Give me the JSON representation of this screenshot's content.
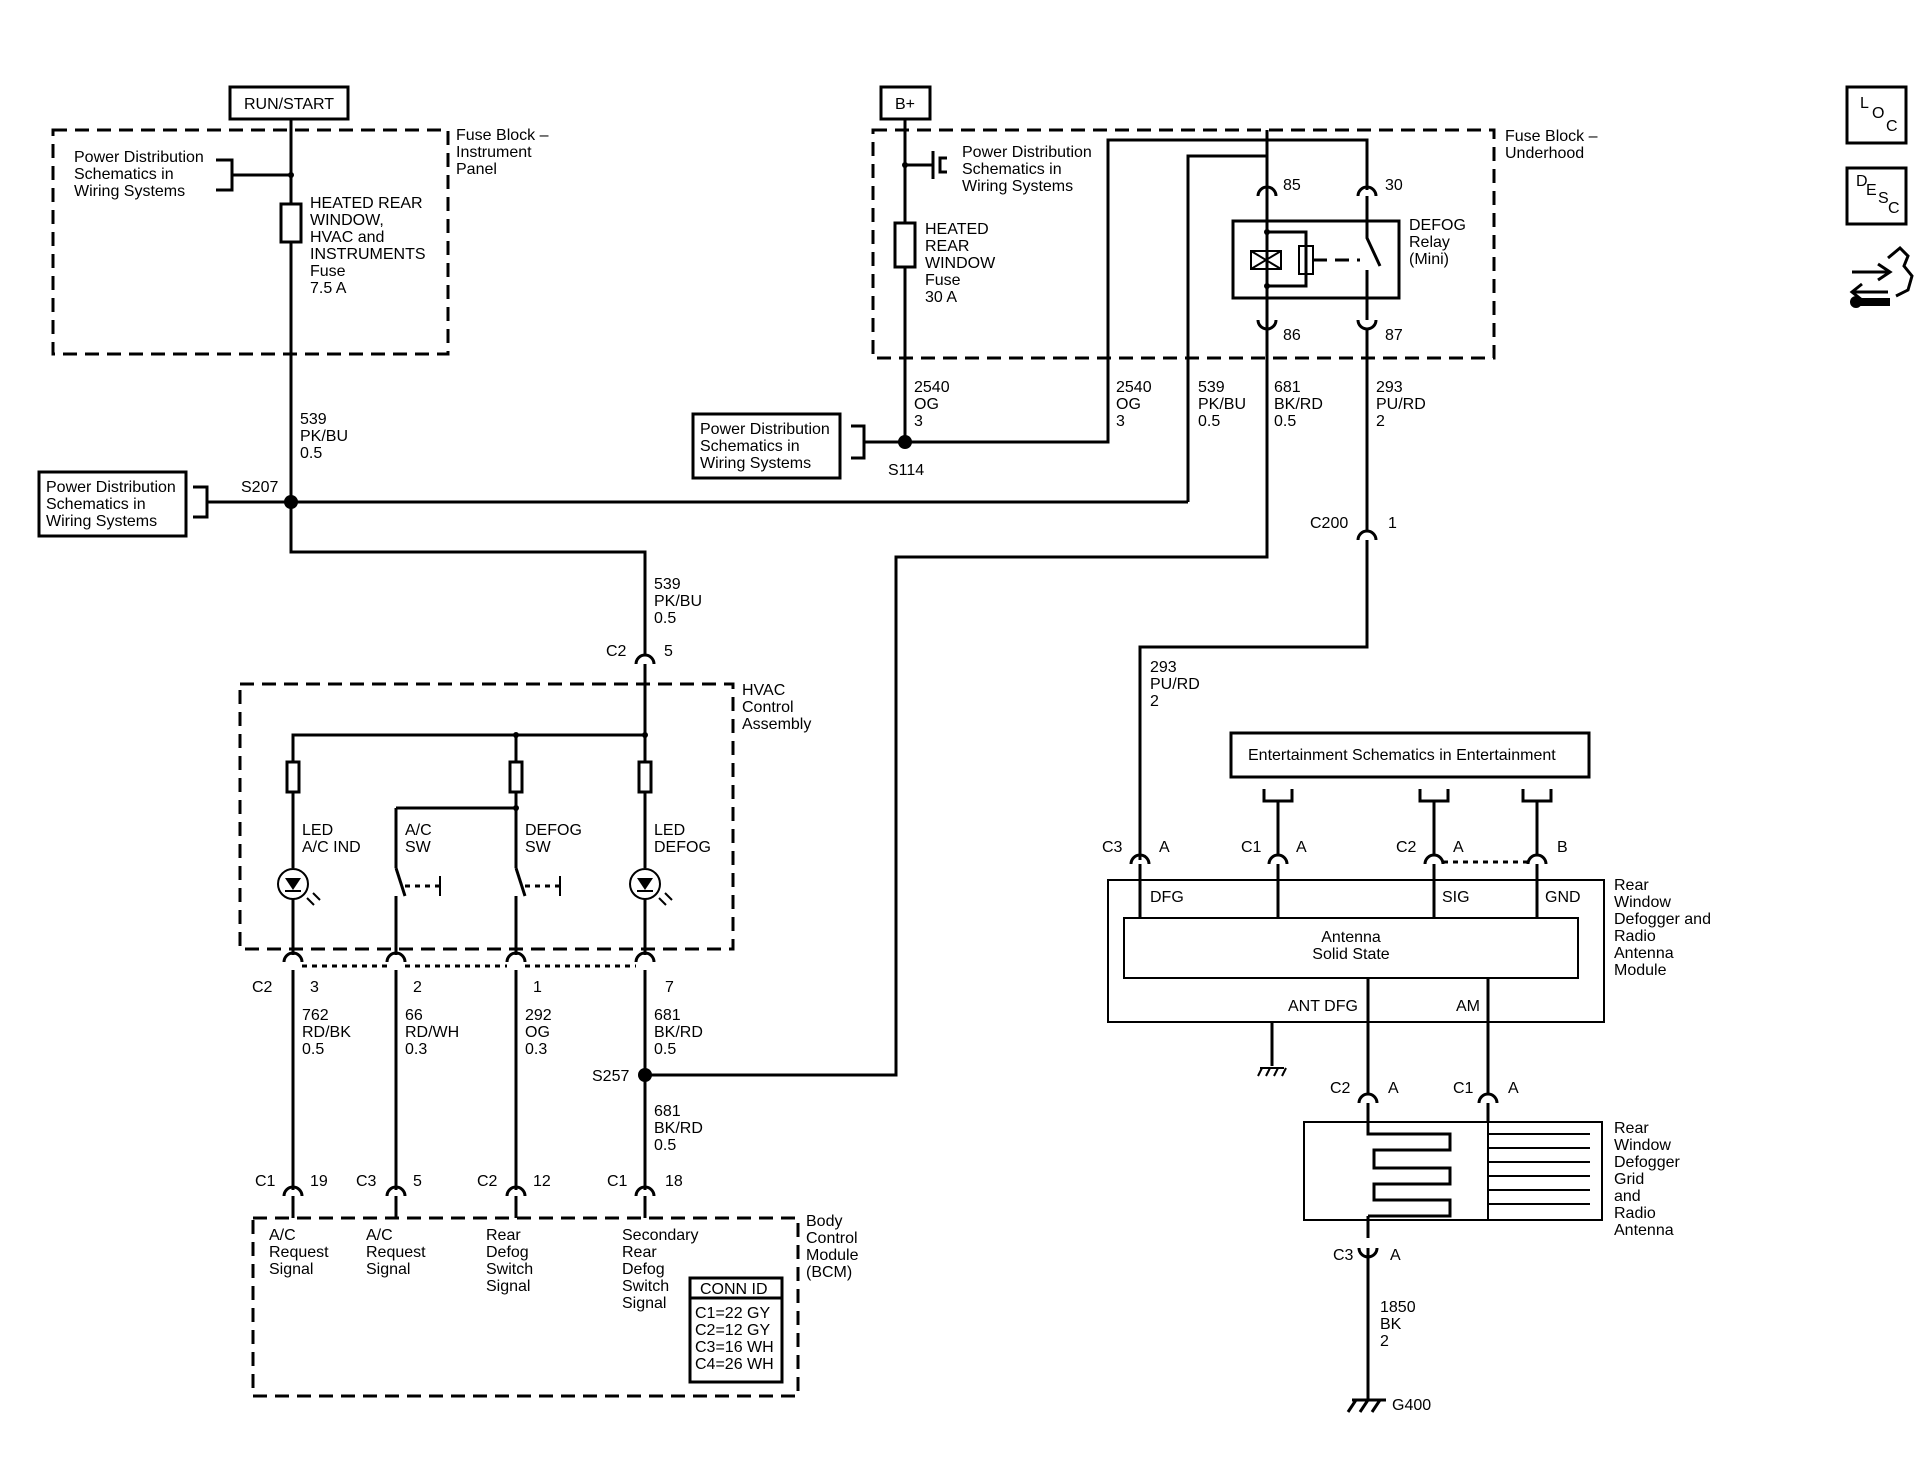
{
  "sources": {
    "run_start": "RUN/START",
    "b_plus": "B+"
  },
  "fuse_blocks": {
    "instrument_panel": [
      "Fuse Block –",
      "Instrument",
      "Panel"
    ],
    "underhood": [
      "Fuse Block –",
      "Underhood"
    ]
  },
  "fuses": {
    "heated_rear_hvac": [
      "HEATED REAR",
      "WINDOW,",
      "HVAC and",
      "INSTRUMENTS",
      "Fuse",
      "7.5 A"
    ],
    "heated_rear_30": [
      "HEATED",
      "REAR",
      "WINDOW",
      "Fuse",
      "30 A"
    ]
  },
  "power_refs": {
    "top_left": [
      "Power Distribution",
      "Schematics in",
      "Wiring Systems"
    ],
    "s207": [
      "Power Distribution",
      "Schematics in",
      "Wiring Systems"
    ],
    "s114": [
      "Power Distribution",
      "Schematics in",
      "Wiring Systems"
    ],
    "underhood": [
      "Power Distribution",
      "Schematics in",
      "Wiring Systems"
    ]
  },
  "relay": {
    "label": [
      "DEFOG",
      "Relay",
      "(Mini)"
    ],
    "pins": [
      "85",
      "30",
      "86",
      "87"
    ]
  },
  "splices": {
    "s207": "S207",
    "s114": "S114",
    "s257": "S257"
  },
  "wires": {
    "w539_left": [
      "539",
      "PK/BU",
      "0.5"
    ],
    "w2540_a": [
      "2540",
      "OG",
      "3"
    ],
    "w2540_b": [
      "2540",
      "OG",
      "3"
    ],
    "w539_right": [
      "539",
      "PK/BU",
      "0.5"
    ],
    "w681_top": [
      "681",
      "BK/RD",
      "0.5"
    ],
    "w293_top": [
      "293",
      "PU/RD",
      "2"
    ],
    "w539_mid": [
      "539",
      "PK/BU",
      "0.5"
    ],
    "w293_mid": [
      "293",
      "PU/RD",
      "2"
    ],
    "w762": [
      "762",
      "RD/BK",
      "0.5"
    ],
    "w66": [
      "66",
      "RD/WH",
      "0.3"
    ],
    "w292": [
      "292",
      "OG",
      "0.3"
    ],
    "w681_a": [
      "681",
      "BK/RD",
      "0.5"
    ],
    "w681_b": [
      "681",
      "BK/RD",
      "0.5"
    ],
    "w1850": [
      "1850",
      "BK",
      "2"
    ]
  },
  "connectors": {
    "c200": [
      "C200",
      "1"
    ],
    "c2_5": [
      "C2",
      "5"
    ],
    "c2_row": {
      "name": "C2",
      "pins": [
        "3",
        "2",
        "1",
        "7"
      ]
    },
    "bcm_row": [
      [
        "C1",
        "19"
      ],
      [
        "C3",
        "5"
      ],
      [
        "C2",
        "12"
      ],
      [
        "C1",
        "18"
      ]
    ],
    "module_row": [
      [
        "C3",
        "A"
      ],
      [
        "C1",
        "A"
      ],
      [
        "C2",
        "A"
      ],
      [
        "",
        "B"
      ]
    ],
    "grid_top": [
      [
        "C2",
        "A"
      ],
      [
        "C1",
        "A"
      ]
    ],
    "grid_bottom": [
      "C3",
      "A"
    ]
  },
  "hvac": {
    "label": [
      "HVAC",
      "Control",
      "Assembly"
    ],
    "led_ac": [
      "LED",
      "A/C IND"
    ],
    "ac_sw": [
      "A/C",
      "SW"
    ],
    "defog_sw": [
      "DEFOG",
      "SW"
    ],
    "led_defog": [
      "LED",
      "DEFOG"
    ]
  },
  "bcm": {
    "label": [
      "Body",
      "Control",
      "Module",
      "(BCM)"
    ],
    "signals": [
      [
        "A/C",
        "Request",
        "Signal"
      ],
      [
        "A/C",
        "Request",
        "Signal"
      ],
      [
        "Rear",
        "Defog",
        "Switch",
        "Signal"
      ],
      [
        "Secondary",
        "Rear",
        "Defog",
        "Switch",
        "Signal"
      ]
    ],
    "conn_id": {
      "title": "CONN ID",
      "rows": [
        "C1=22 GY",
        "C2=12 GY",
        "C3=16 WH",
        "C4=26 WH"
      ]
    }
  },
  "entertainment": "Entertainment Schematics in Entertainment",
  "module": {
    "label": [
      "Rear",
      "Window",
      "Defogger and",
      "Radio",
      "Antenna",
      "Module"
    ],
    "pins": [
      "DFG",
      "SIG",
      "GND"
    ],
    "inner": [
      "Antenna",
      "Solid State"
    ],
    "outputs": [
      "ANT DFG",
      "AM"
    ]
  },
  "grid": {
    "label": [
      "Rear",
      "Window",
      "Defogger",
      "Grid",
      "and",
      "Radio",
      "Antenna"
    ]
  },
  "ground": "G400",
  "side_icons": {
    "loc": {
      "icon": "loc-icon",
      "letters": [
        "L",
        "O",
        "C"
      ]
    },
    "desc": {
      "icon": "desc-icon",
      "letters": [
        "D",
        "E",
        "S",
        "C"
      ]
    },
    "repair": {
      "icon": "repair-icon"
    }
  }
}
